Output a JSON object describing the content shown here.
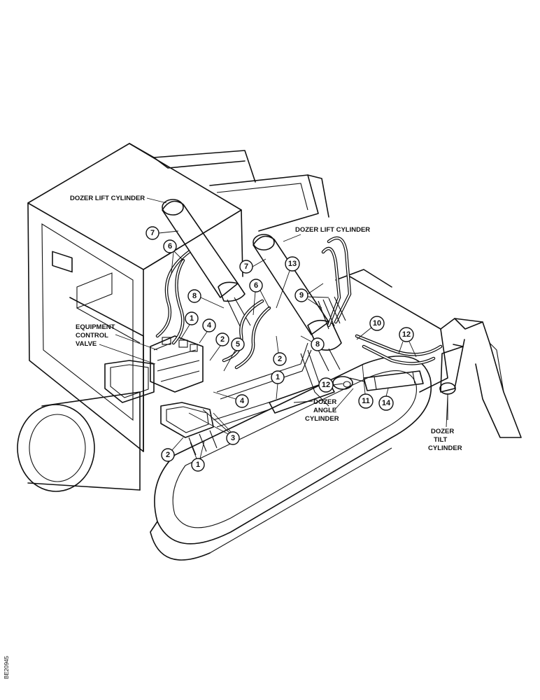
{
  "labels": {
    "dozer_lift_cylinder_left": "DOZER LIFT CYLINDER",
    "dozer_lift_cylinder_right": "DOZER LIFT CYLINDER",
    "equipment_control_valve": [
      "EQUIPMENT",
      "CONTROL",
      "VALVE"
    ],
    "dozer_angle_cylinder": [
      "DOZER",
      "ANGLE",
      "CYLINDER"
    ],
    "dozer_tilt_cylinder": [
      "DOZER",
      "TILT",
      "CYLINDER"
    ]
  },
  "figure_code": "BE20945",
  "callouts": {
    "c1a": "1",
    "c1b": "1",
    "c1c": "1",
    "c2a": "2",
    "c2b": "2",
    "c2c": "2",
    "c3": "3",
    "c4a": "4",
    "c4b": "4",
    "c5": "5",
    "c6a": "6",
    "c6b": "6",
    "c7a": "7",
    "c7b": "7",
    "c8a": "8",
    "c8b": "8",
    "c9": "9",
    "c10": "10",
    "c11": "11",
    "c12a": "12",
    "c12b": "12",
    "c13": "13",
    "c14": "14"
  }
}
